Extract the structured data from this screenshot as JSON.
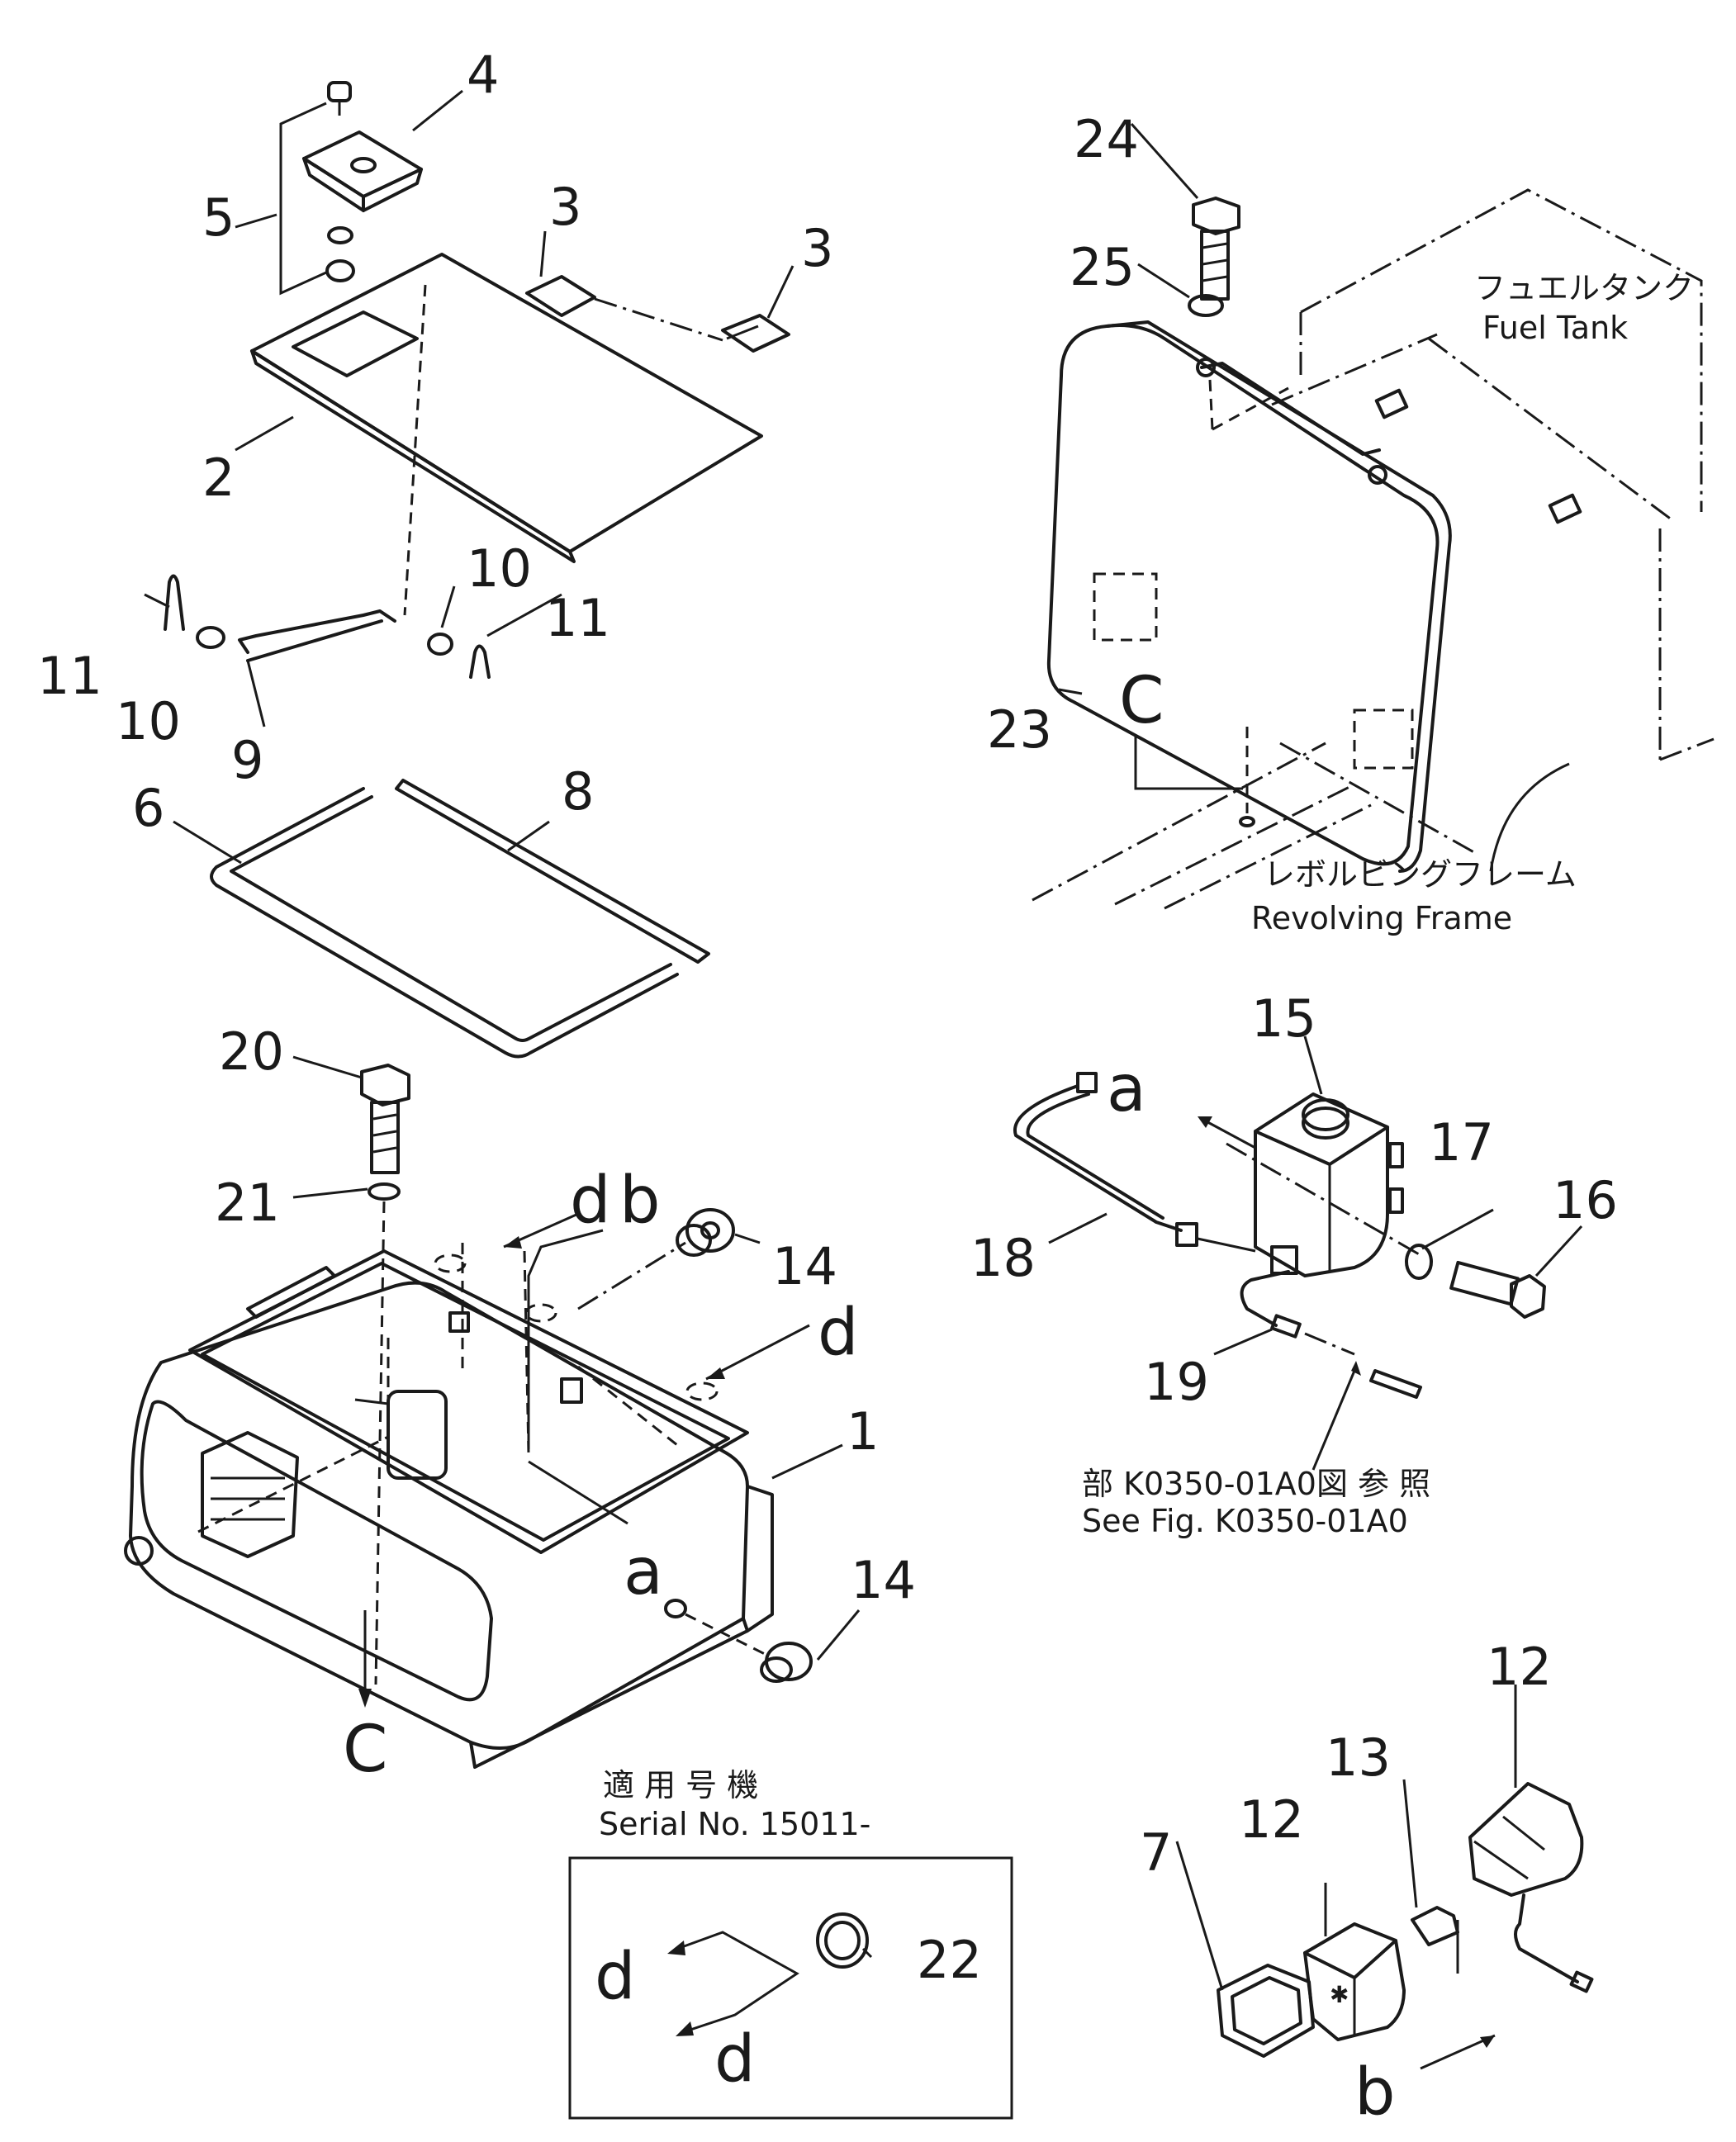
{
  "part_labels": [
    "1",
    "2",
    "3",
    "3",
    "4",
    "5",
    "6",
    "7",
    "8",
    "9",
    "10",
    "10",
    "11",
    "11",
    "12",
    "12",
    "13",
    "14",
    "14",
    "15",
    "16",
    "17",
    "18",
    "19",
    "20",
    "21",
    "22",
    "23",
    "24",
    "25"
  ],
  "letter_labels": {
    "a_top": "a",
    "a_box": "a",
    "b_top": "b",
    "b_lamp": "b",
    "c_tank": "C",
    "c_box": "C",
    "d_top": "d",
    "d_right": "d",
    "d_inset_1": "d",
    "d_inset_2": "d"
  },
  "annotations": {
    "fuel_tank_jp": "フュエルタンク",
    "fuel_tank_en": "Fuel Tank",
    "revolving_frame_jp": "レボルビングフレーム",
    "revolving_frame_en": "Revolving Frame",
    "see_fig_jp": "部 K0350-01A0図 参 照",
    "see_fig_en": "See Fig. K0350-01A0",
    "serial_jp": "適 用 号 機",
    "serial_en": "Serial No. 15011-"
  }
}
